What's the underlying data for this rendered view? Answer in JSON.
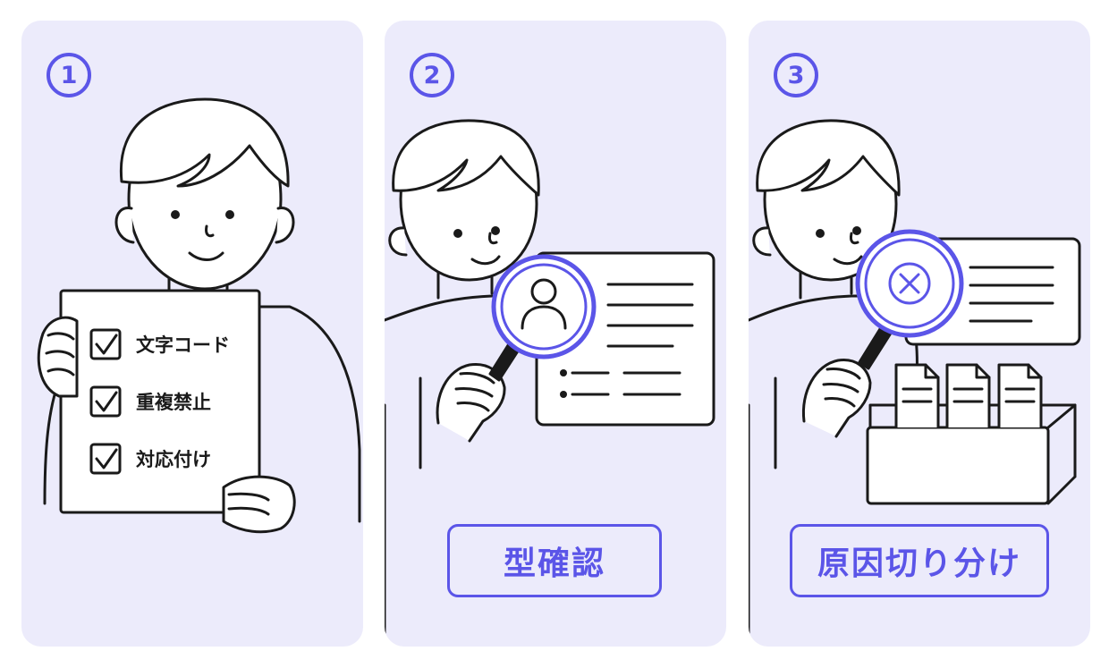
{
  "steps": [
    {
      "number": "1",
      "checklist": [
        "文字コード",
        "重複禁止",
        "対応付け"
      ]
    },
    {
      "number": "2",
      "label": "型確認"
    },
    {
      "number": "3",
      "label": "原因切り分け"
    }
  ],
  "colors": {
    "accent": "#5b55e8",
    "panel_bg": "#ecebfb",
    "line": "#1a1a1a"
  }
}
